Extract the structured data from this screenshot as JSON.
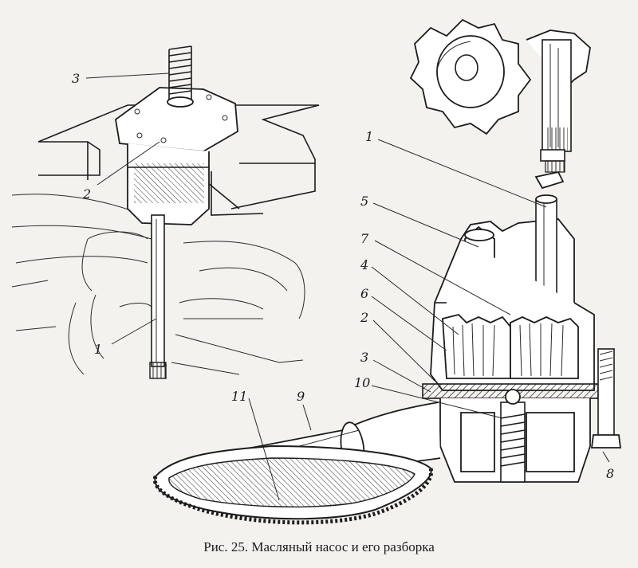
{
  "caption": "Рис. 25. Масляный насос и его разборка",
  "labels": {
    "left_3": "3",
    "left_2": "2",
    "left_1": "1",
    "right_1": "1",
    "right_5": "5",
    "right_7": "7",
    "right_4": "4",
    "right_6": "6",
    "right_2": "2",
    "right_3": "3",
    "right_10": "10",
    "right_11": "11",
    "right_9": "9",
    "right_8": "8"
  }
}
